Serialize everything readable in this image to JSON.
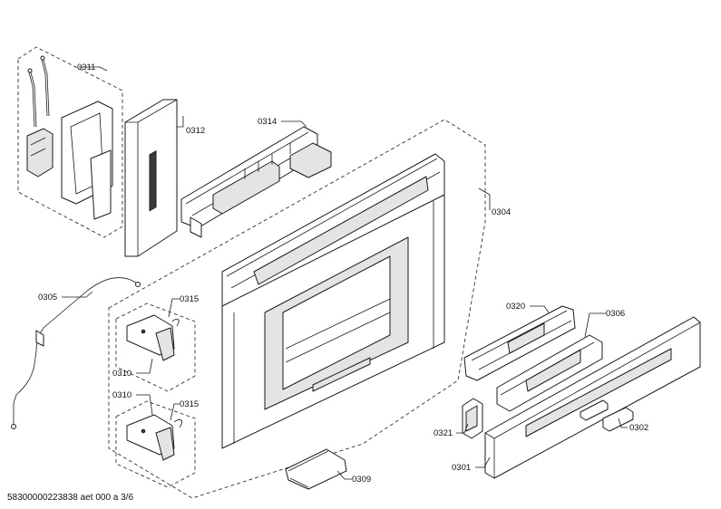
{
  "diagram": {
    "footer_text": "58300000223838 aet 000 a 3/6",
    "part_labels": {
      "p0311": "0311",
      "p0312": "0312",
      "p0314": "0314",
      "p0304": "0304",
      "p0305": "0305",
      "p0315a": "0315",
      "p0310a": "0310",
      "p0310b": "0310",
      "p0315b": "0315",
      "p0320": "0320",
      "p0306": "0306",
      "p0321": "0321",
      "p0302": "0302",
      "p0301": "0301",
      "p0309": "0309"
    }
  }
}
